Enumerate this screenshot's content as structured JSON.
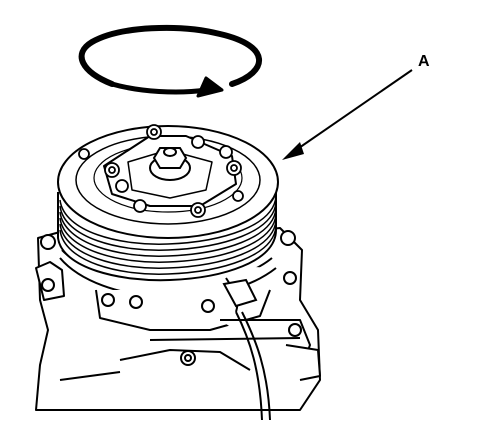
{
  "illustration": {
    "subject": "compressor-clutch-assembly",
    "rotation_indicator": "counterclockwise-arrow",
    "callouts": [
      {
        "id": "A",
        "label": "A"
      }
    ]
  },
  "colors": {
    "line": "#000000",
    "background": "#ffffff"
  }
}
